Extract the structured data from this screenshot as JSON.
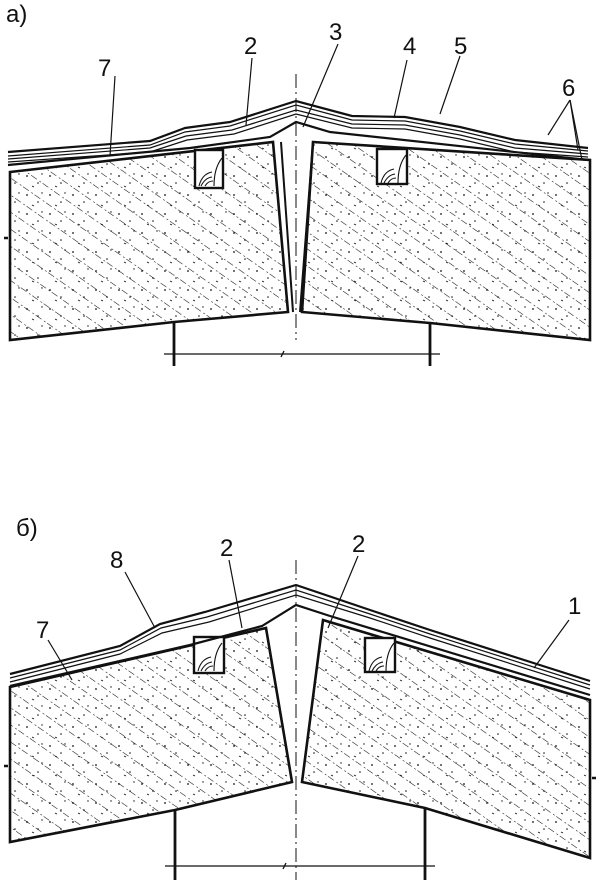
{
  "figure": {
    "panel_a": {
      "label": "а)",
      "callouts": [
        "2",
        "3",
        "4",
        "5",
        "6",
        "7"
      ]
    },
    "panel_b": {
      "label": "б)",
      "callouts": [
        "8",
        "2",
        "2",
        "1",
        "7"
      ]
    }
  },
  "colors": {
    "ink": "#111111",
    "paper": "#ffffff"
  }
}
